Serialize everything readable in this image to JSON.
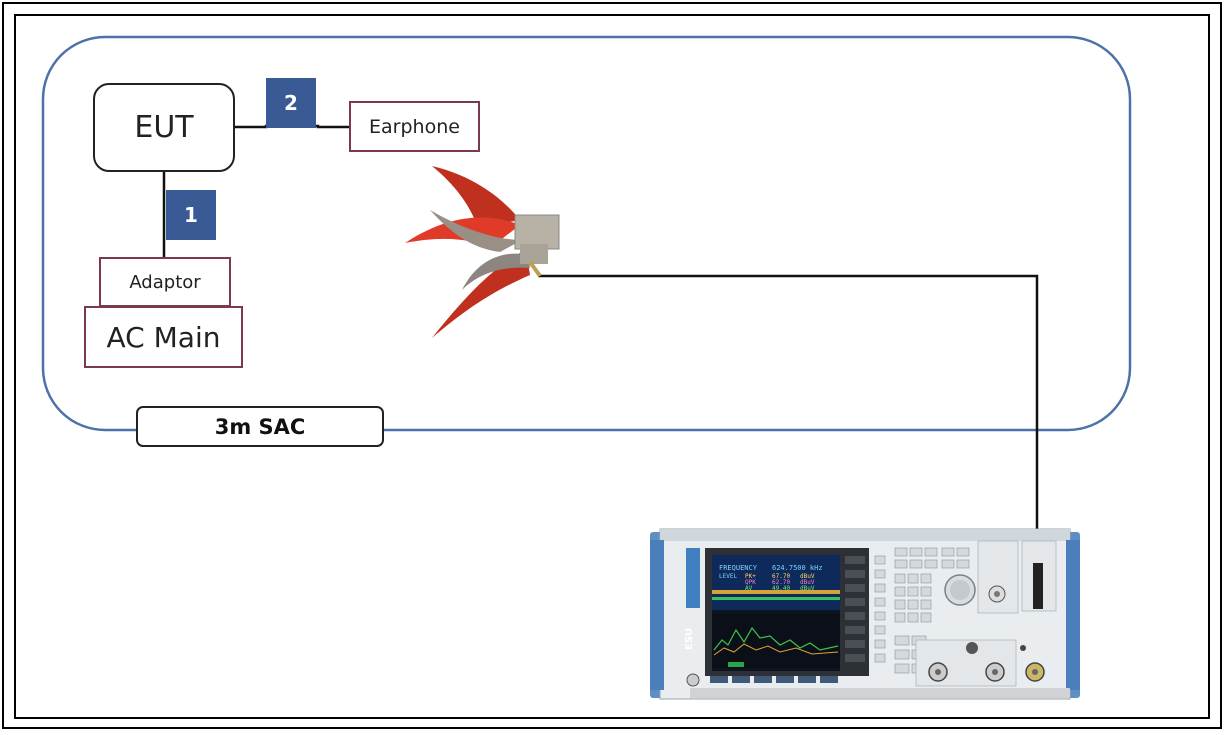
{
  "diagram": {
    "eut_label": "EUT",
    "earphone_label": "Earphone",
    "adaptor_label": "Adaptor",
    "ac_main_label": "AC Main",
    "cable_1_label": "1",
    "cable_2_label": "2",
    "chamber_label": "3m SAC",
    "receiver_screen": {
      "frequency_label": "FREQUENCY",
      "frequency_value": "624.7500 kHz",
      "level_label": "LEVEL",
      "level_rows": [
        {
          "det": "PK+",
          "value": "67.70",
          "unit": "dBuV"
        },
        {
          "det": "QPK",
          "value": "62.70",
          "unit": "dBuV"
        },
        {
          "det": "AV",
          "value": "49.40",
          "unit": "dBuV"
        }
      ]
    },
    "receiver_badge": "ESU"
  },
  "colors": {
    "chamber_border": "#4e72a8",
    "badge_fill": "#3a5a95",
    "box_border": "#7a3a4a",
    "antenna_fill": "#d63025"
  }
}
